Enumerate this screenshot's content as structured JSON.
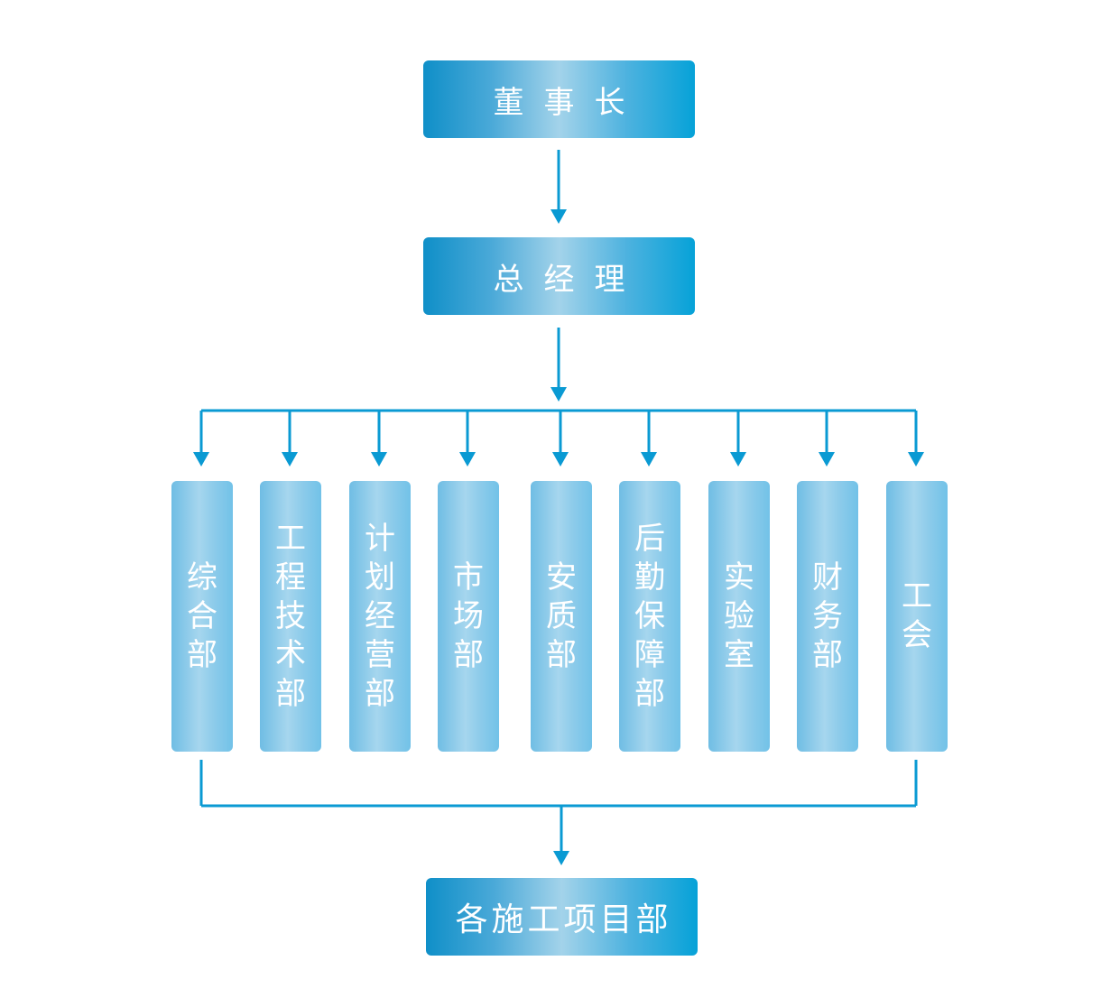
{
  "chart_data": {
    "type": "org-chart",
    "nodes": {
      "chairman": "董事长",
      "general_manager": "总经理",
      "departments": [
        "综合部",
        "工程技术部",
        "计划经营部",
        "市场部",
        "安质部",
        "后勤保障部",
        "实验室",
        "财务部",
        "工会"
      ],
      "projects": "各施工项目部"
    },
    "edges": [
      [
        "董事长",
        "总经理"
      ],
      [
        "总经理",
        "综合部"
      ],
      [
        "总经理",
        "工程技术部"
      ],
      [
        "总经理",
        "计划经营部"
      ],
      [
        "总经理",
        "市场部"
      ],
      [
        "总经理",
        "安质部"
      ],
      [
        "总经理",
        "后勤保障部"
      ],
      [
        "总经理",
        "实验室"
      ],
      [
        "总经理",
        "财务部"
      ],
      [
        "总经理",
        "工会"
      ],
      [
        "departments",
        "各施工项目部"
      ]
    ]
  },
  "colors": {
    "line": "#0a9ad3",
    "header_box": "#0f8fc8",
    "dept_box": "#8ccbea",
    "text": "#ffffff"
  }
}
